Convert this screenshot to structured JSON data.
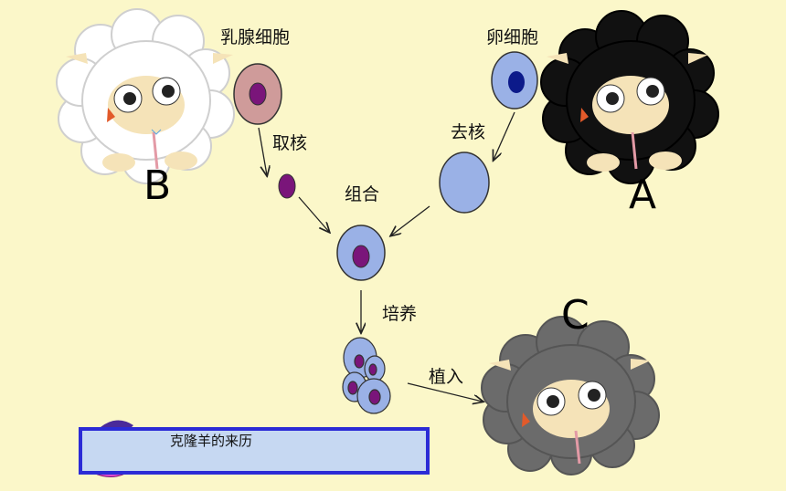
{
  "labels": {
    "mammary_cell": "乳腺细胞",
    "egg_cell": "卵细胞",
    "take_nucleus": "取核",
    "remove_nucleus": "去核",
    "combine": "组合",
    "culture": "培养",
    "implant": "植入"
  },
  "sheep": {
    "a": {
      "letter": "A",
      "color": "#111111"
    },
    "b": {
      "letter": "B",
      "color": "#ffffff"
    },
    "c": {
      "letter": "C",
      "color": "#6b6b6b"
    }
  },
  "cells": {
    "mammary_cell_color": "#cf9b9a",
    "nucleus_color": "#7a157a",
    "egg_cell_color": "#9ab1e6",
    "egg_nucleus_color": "#0c1a8a"
  },
  "caption": {
    "text": "克隆羊的来历"
  }
}
